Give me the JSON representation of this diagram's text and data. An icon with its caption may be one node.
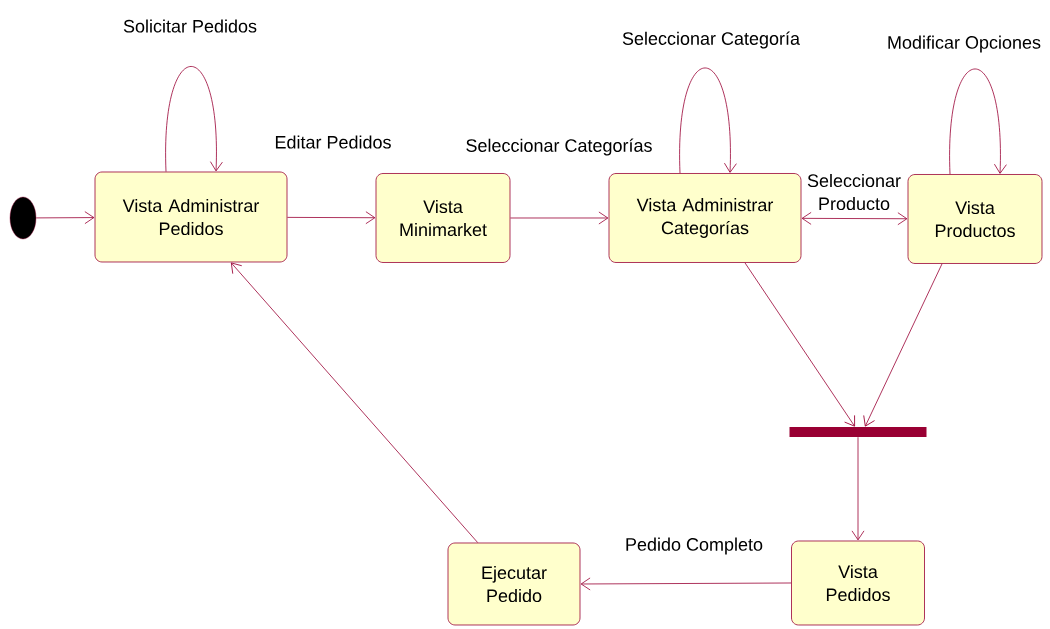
{
  "diagram": {
    "nodes": [
      {
        "text": [],
        "shape": "circle"
      },
      {
        "text": [
          "Vista Administrar Pedidos"
        ]
      },
      {
        "text": [
          "Vista Minimarket"
        ]
      },
      {
        "text": [
          "Vista Administrar Categorías"
        ]
      },
      {
        "text": [
          "Vista Productos"
        ]
      },
      {
        "text": [],
        "shape": "bar"
      },
      {
        "text": [
          "Vista Pedidos"
        ]
      },
      {
        "text": [
          "Ejecutar Pedido"
        ]
      }
    ],
    "edges": [
      {
        "from": 0,
        "to": 1,
        "arrow": "to"
      },
      {
        "from": 1,
        "to": 1,
        "arrow": "to",
        "label": "Solicitar Pedidos"
      },
      {
        "from": 1,
        "to": 2,
        "arrow": "to",
        "label": "Editar Pedidos"
      },
      {
        "from": 2,
        "to": 3,
        "arrow": "to",
        "label": "Seleccionar Categorías"
      },
      {
        "from": 3,
        "to": 3,
        "arrow": "to",
        "label": "Seleccionar Categoría"
      },
      {
        "from": 3,
        "to": 4,
        "arrow": "both",
        "label": "Seleccionar Producto"
      },
      {
        "from": 4,
        "to": 4,
        "arrow": "to",
        "label": "Modificar Opciones"
      },
      {
        "from": 3,
        "to": 5,
        "arrow": "to"
      },
      {
        "from": 4,
        "to": 5,
        "arrow": "to"
      },
      {
        "from": 5,
        "to": 6,
        "arrow": "to"
      },
      {
        "from": 6,
        "to": 7,
        "arrow": "to",
        "label": "Pedido Completo"
      },
      {
        "from": 7,
        "to": 1,
        "arrow": "to"
      }
    ]
  }
}
